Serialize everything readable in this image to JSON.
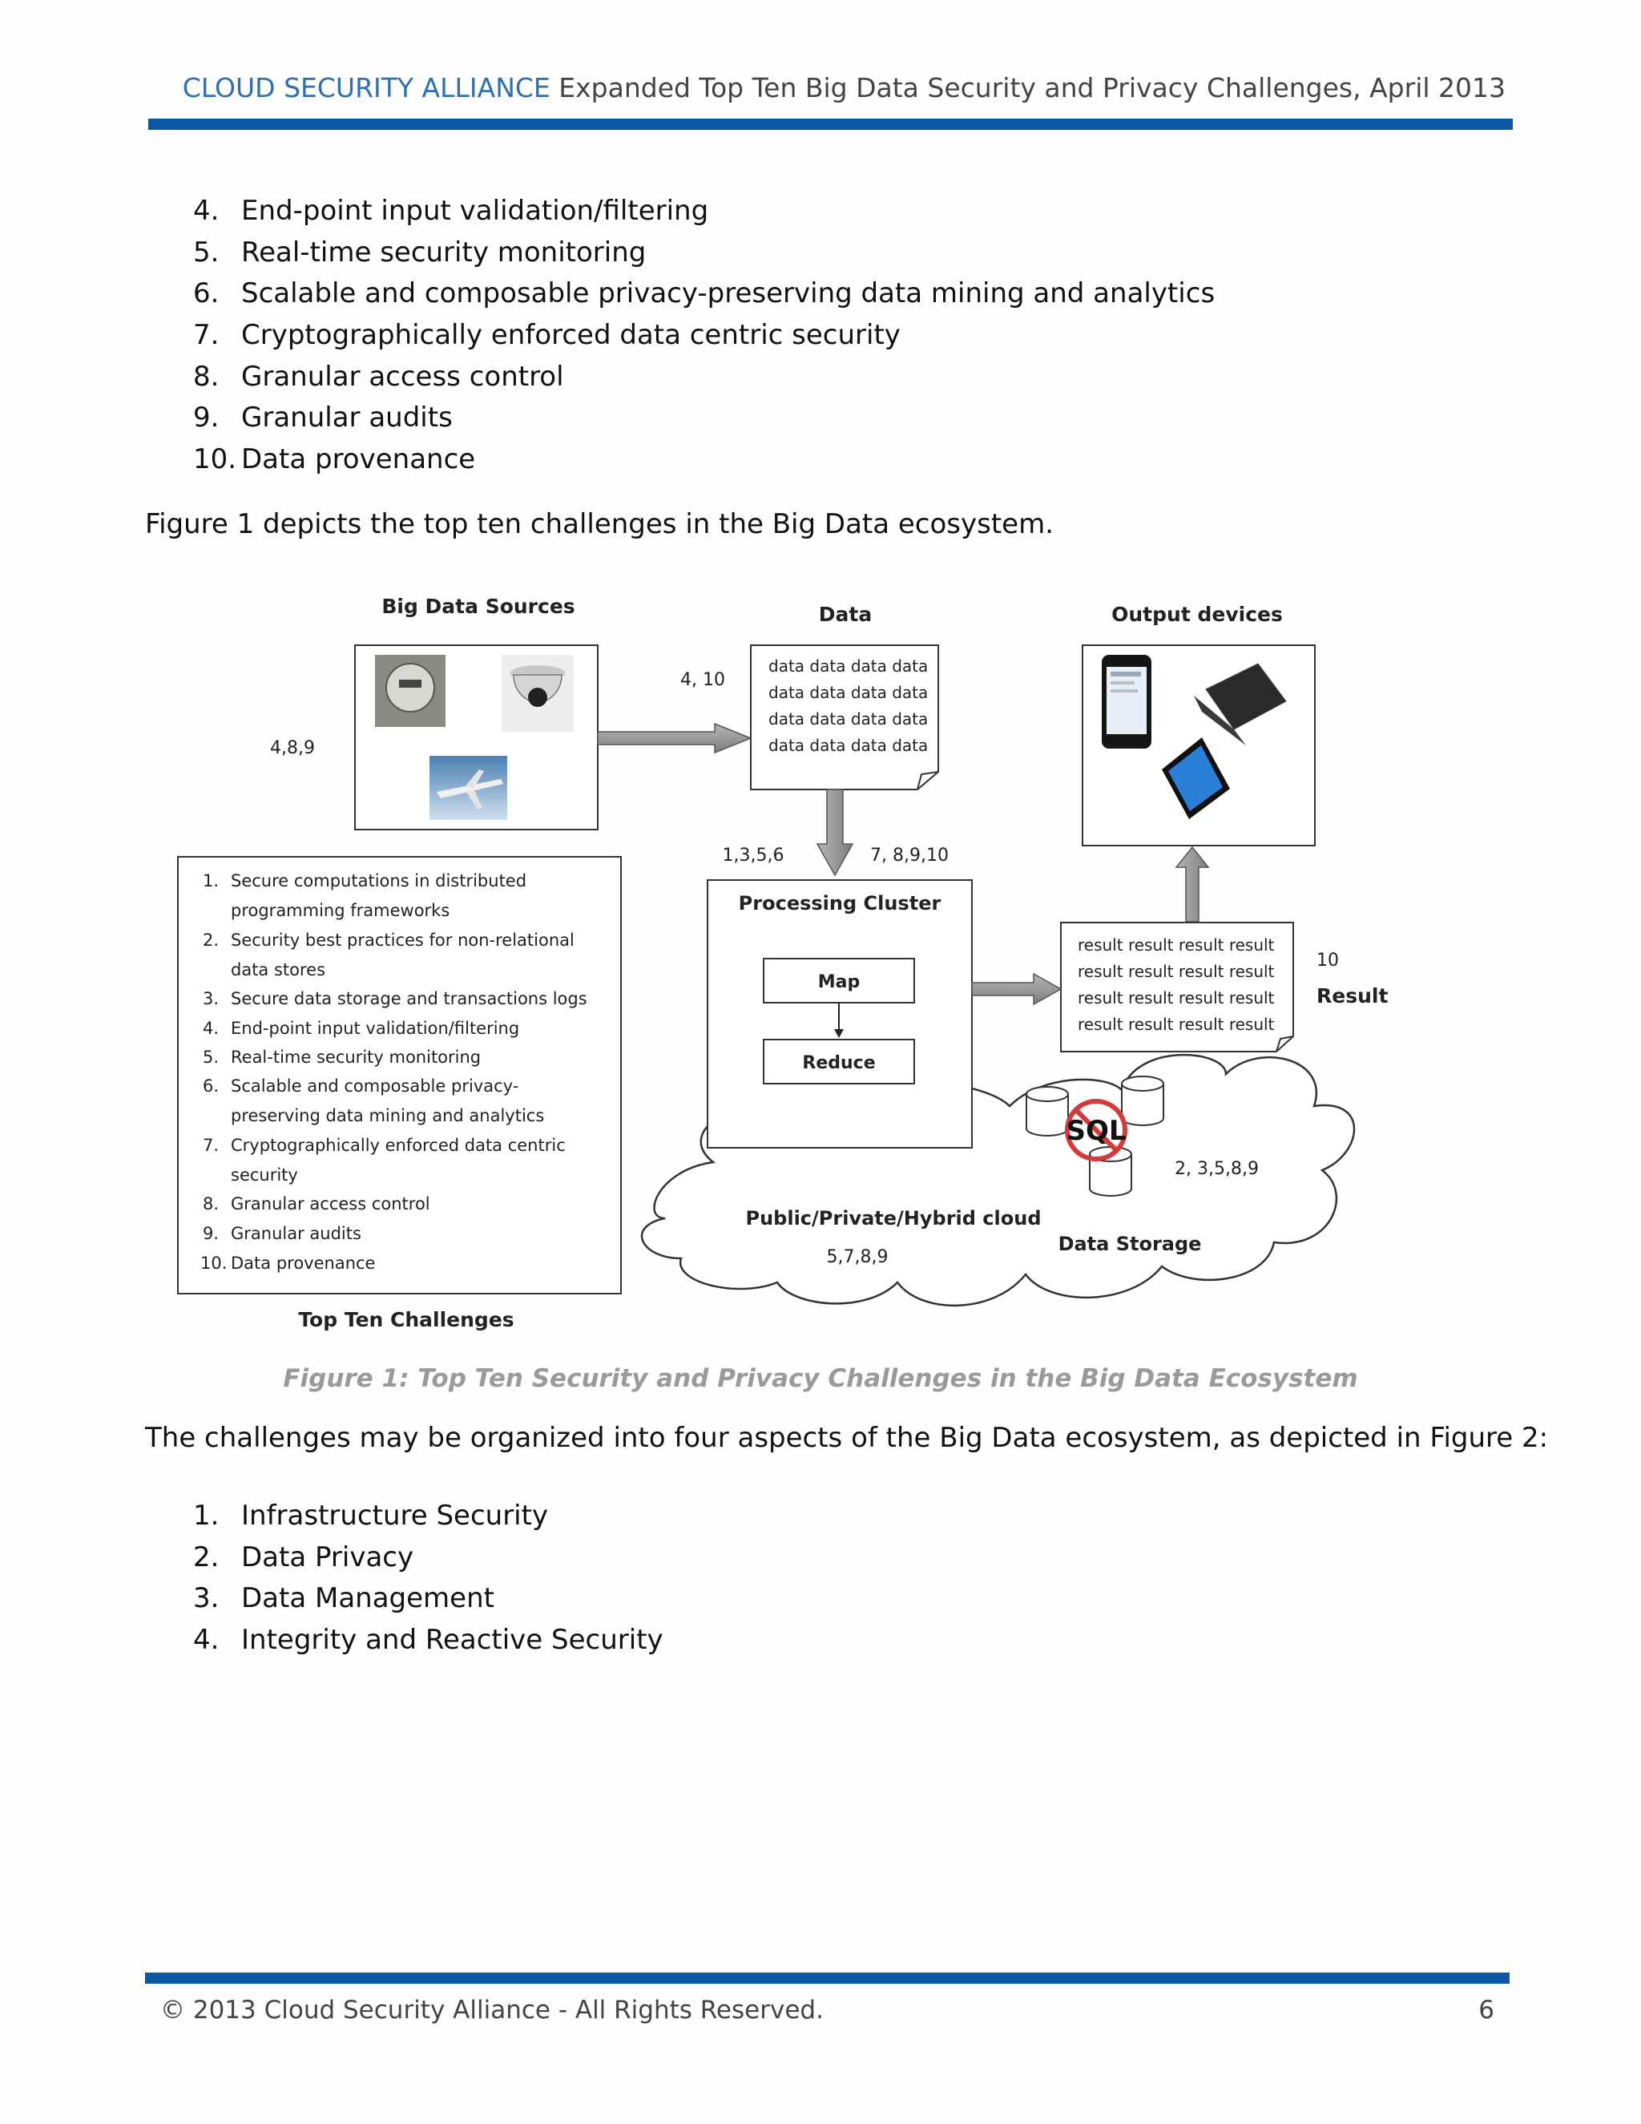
{
  "header": {
    "brand": "CLOUD SECURITY ALLIANCE",
    "title": "Expanded Top Ten Big Data Security and Privacy Challenges, April 2013"
  },
  "list_top": [
    {
      "num": "4.",
      "text": "End-point input validation/filtering"
    },
    {
      "num": "5.",
      "text": "Real-time security monitoring"
    },
    {
      "num": "6.",
      "text": "Scalable and composable privacy-preserving data mining and analytics"
    },
    {
      "num": "7.",
      "text": "Cryptographically enforced data centric security"
    },
    {
      "num": "8.",
      "text": "Granular access control"
    },
    {
      "num": "9.",
      "text": "Granular audits"
    },
    {
      "num": "10.",
      "text": "Data provenance"
    }
  ],
  "para1": "Figure 1 depicts the top ten challenges in the Big Data ecosystem.",
  "figure": {
    "big_data_sources_label": "Big Data Sources",
    "data_label": "Data",
    "output_devices_label": "Output devices",
    "sources_refs": "4,8,9",
    "arrow_refs": "4, 10",
    "data_lines": [
      "data data data data",
      "data data data data",
      "data data data data",
      "data data data data"
    ],
    "down_left_refs": "1,3,5,6",
    "down_right_refs": "7, 8,9,10",
    "processing_cluster_label": "Processing Cluster",
    "map_label": "Map",
    "reduce_label": "Reduce",
    "result_lines": [
      "result result result result",
      "result result result result",
      "result result result result",
      "result result result result"
    ],
    "result_num": "10",
    "result_label": "Result",
    "sql_label": "SQL",
    "storage_refs": "2, 3,5,8,9",
    "data_storage_label": "Data Storage",
    "cloud_label": "Public/Private/Hybrid cloud",
    "cloud_refs": "5,7,8,9",
    "top_ten_label": "Top Ten Challenges",
    "challenges": [
      {
        "num": "1.",
        "lines": [
          "Secure computations in distributed",
          "programming frameworks"
        ]
      },
      {
        "num": "2.",
        "lines": [
          "Security best practices for non-relational",
          "data stores"
        ]
      },
      {
        "num": "3.",
        "lines": [
          "Secure data storage and transactions logs"
        ]
      },
      {
        "num": "4.",
        "lines": [
          "End-point input validation/filtering"
        ]
      },
      {
        "num": "5.",
        "lines": [
          "Real-time security monitoring"
        ]
      },
      {
        "num": "6.",
        "lines": [
          "Scalable and composable privacy-",
          "preserving data mining and analytics"
        ]
      },
      {
        "num": "7.",
        "lines": [
          "Cryptographically enforced data centric",
          "security"
        ]
      },
      {
        "num": "8.",
        "lines": [
          "Granular access control"
        ]
      },
      {
        "num": "9.",
        "lines": [
          "Granular audits"
        ]
      },
      {
        "num": "10.",
        "lines": [
          "Data provenance"
        ]
      }
    ]
  },
  "caption": "Figure 1: Top Ten Security and Privacy Challenges in the Big Data Ecosystem",
  "para2": "The challenges may be organized into four aspects of the Big Data ecosystem, as depicted in Figure 2:",
  "list_bottom": [
    {
      "num": "1.",
      "text": "Infrastructure Security"
    },
    {
      "num": "2.",
      "text": "Data Privacy"
    },
    {
      "num": "3.",
      "text": "Data Management"
    },
    {
      "num": "4.",
      "text": "Integrity and Reactive Security"
    }
  ],
  "footer": {
    "copyright": "© 2013 Cloud Security Alliance - All Rights Reserved.",
    "page_number": "6"
  }
}
